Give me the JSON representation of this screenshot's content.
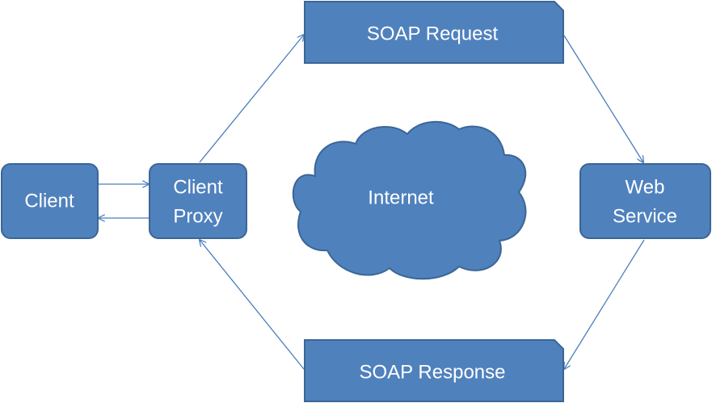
{
  "diagram": {
    "nodes": {
      "client": {
        "label": "Client"
      },
      "client_proxy": {
        "label_line1": "Client",
        "label_line2": "Proxy"
      },
      "soap_request": {
        "label": "SOAP Request"
      },
      "internet": {
        "label": "Internet"
      },
      "web_service": {
        "label_line1": "Web",
        "label_line2": "Service"
      },
      "soap_response": {
        "label": "SOAP Response"
      }
    },
    "edges": [
      {
        "from": "client",
        "to": "client_proxy"
      },
      {
        "from": "client_proxy",
        "to": "client"
      },
      {
        "from": "client_proxy",
        "to": "soap_request"
      },
      {
        "from": "soap_request",
        "to": "web_service"
      },
      {
        "from": "web_service",
        "to": "soap_response"
      },
      {
        "from": "soap_response",
        "to": "client_proxy"
      }
    ],
    "colors": {
      "fill": "#4f81bd",
      "stroke": "#3b6695",
      "edge": "#4a7ebb",
      "text": "#ffffff"
    }
  }
}
